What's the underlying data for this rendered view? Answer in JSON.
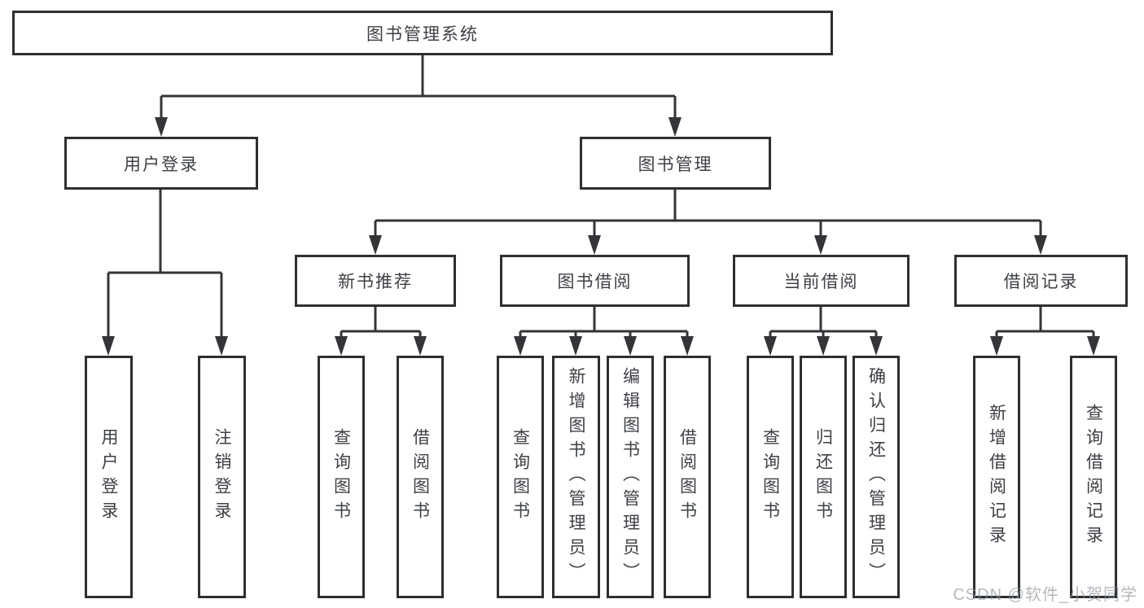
{
  "diagram": {
    "title": "图书管理系统",
    "nodes": {
      "root": "图书管理系统",
      "user_login": "用户登录",
      "book_mgmt": "图书管理",
      "new_book_rec": "新书推荐",
      "book_borrow": "图书借阅",
      "current_borrow": "当前借阅",
      "borrow_records": "借阅记录",
      "leaves": {
        "user_login": [
          "用户登录",
          "注销登录"
        ],
        "new_book_rec": [
          "查询图书",
          "借阅图书"
        ],
        "book_borrow": [
          "查询图书",
          "新增图书（管理员）",
          "编辑图书（管理员）",
          "借阅图书"
        ],
        "current_borrow": [
          "查询图书",
          "归还图书",
          "确认归还（管理员）"
        ],
        "borrow_records": [
          "新增借阅记录",
          "查询借阅记录"
        ]
      }
    }
  },
  "watermark": "CSDN @软件_小贺同学",
  "colors": {
    "line": "#333538",
    "box_border": "#2d2f31",
    "text": "#3d4045",
    "background": "#ffffff",
    "watermark": "#8c9299"
  }
}
